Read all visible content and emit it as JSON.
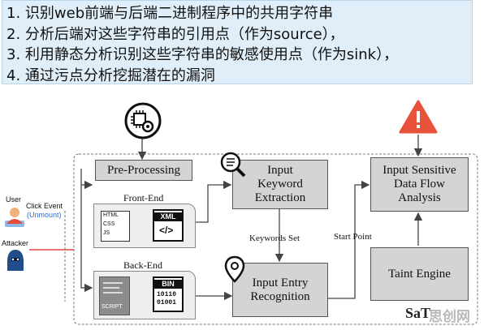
{
  "steps": [
    "1. 识别web前端与后端二进制程序中的共用字符串",
    "2. 分析后端对这些字符串的引用点（作为source），",
    "3. 利用静态分析识别这些字符串的敏感使用点（作为sink），",
    "4. 通过污点分析挖掘潜在的漏洞"
  ],
  "diagram": {
    "preprocessing": "Pre-Processing",
    "frontend": "Front-End",
    "backend": "Back-End",
    "keyword_line1": "Input",
    "keyword_line2": "Keyword",
    "keyword_line3": "Extraction",
    "entry_line1": "Input Entry",
    "entry_line2": "Recognition",
    "sink_line1": "Input Sensitive",
    "sink_line2": "Data Flow",
    "sink_line3": "Analysis",
    "taint": "Taint Engine",
    "keywords_set": "Keywords Set",
    "start_point": "Start Point",
    "user": "User",
    "click_event": "Click Event",
    "unmount": "(Unmount)",
    "attacker": "Attacker",
    "xml": "XML",
    "xml_sym": "</>",
    "html": "HTML",
    "css": "CSS",
    "js": "JS",
    "bin": "BIN",
    "bin_bits1": "10110",
    "bin_bits2": "01001",
    "script": "SCRIPT",
    "watermark_a": "SaT",
    "watermark_b": "思创网",
    "colors": {
      "banner": "#dfeef8",
      "warning": "#e8523a",
      "box": "#d4d4d4",
      "link": "#2f6fd6"
    }
  }
}
